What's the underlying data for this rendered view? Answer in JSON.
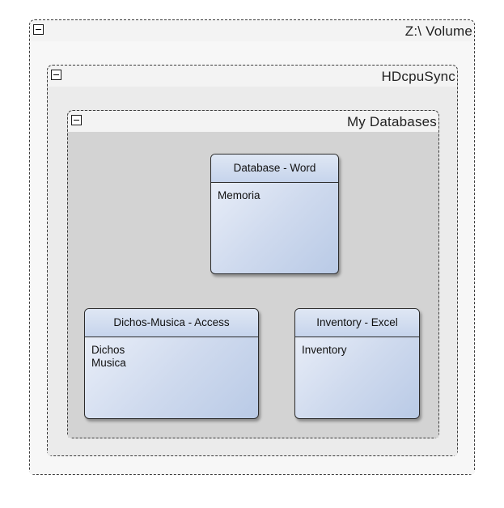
{
  "groups": {
    "volume": {
      "title": "Z:\\ Volume"
    },
    "sync": {
      "title": "HDcpuSync"
    },
    "databases": {
      "title": "My Databases"
    }
  },
  "nodes": [
    {
      "title": "Database - Word",
      "items": [
        "Memoria"
      ]
    },
    {
      "title": "Dichos-Musica - Access",
      "items": [
        "Dichos",
        "Musica"
      ]
    },
    {
      "title": "Inventory - Excel",
      "items": [
        "Inventory"
      ]
    }
  ],
  "colors": {
    "node_fill": "#cfdaee",
    "container_fill": "#d3d3d3",
    "group_fill": "#ebebeb",
    "header_fill": "#f3f3f3"
  },
  "icons": {
    "collapse": "minus-box-icon"
  }
}
